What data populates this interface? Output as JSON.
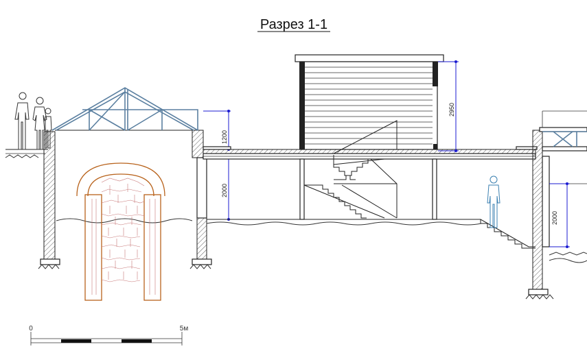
{
  "title": "Разрез 1-1",
  "dimensions": {
    "roof_height": "1200",
    "basement_height_left": "2000",
    "pavilion_height": "2950",
    "basement_height_right": "2000"
  },
  "scale_bar": {
    "start_label": "0",
    "end_label": "5м"
  },
  "colors": {
    "dimension_lines": "#1a1ad0",
    "roof_frame": "#5a7fa0",
    "brick_arch": "#b8621b",
    "stone_fill": "#c87878",
    "walls": "#222222"
  }
}
